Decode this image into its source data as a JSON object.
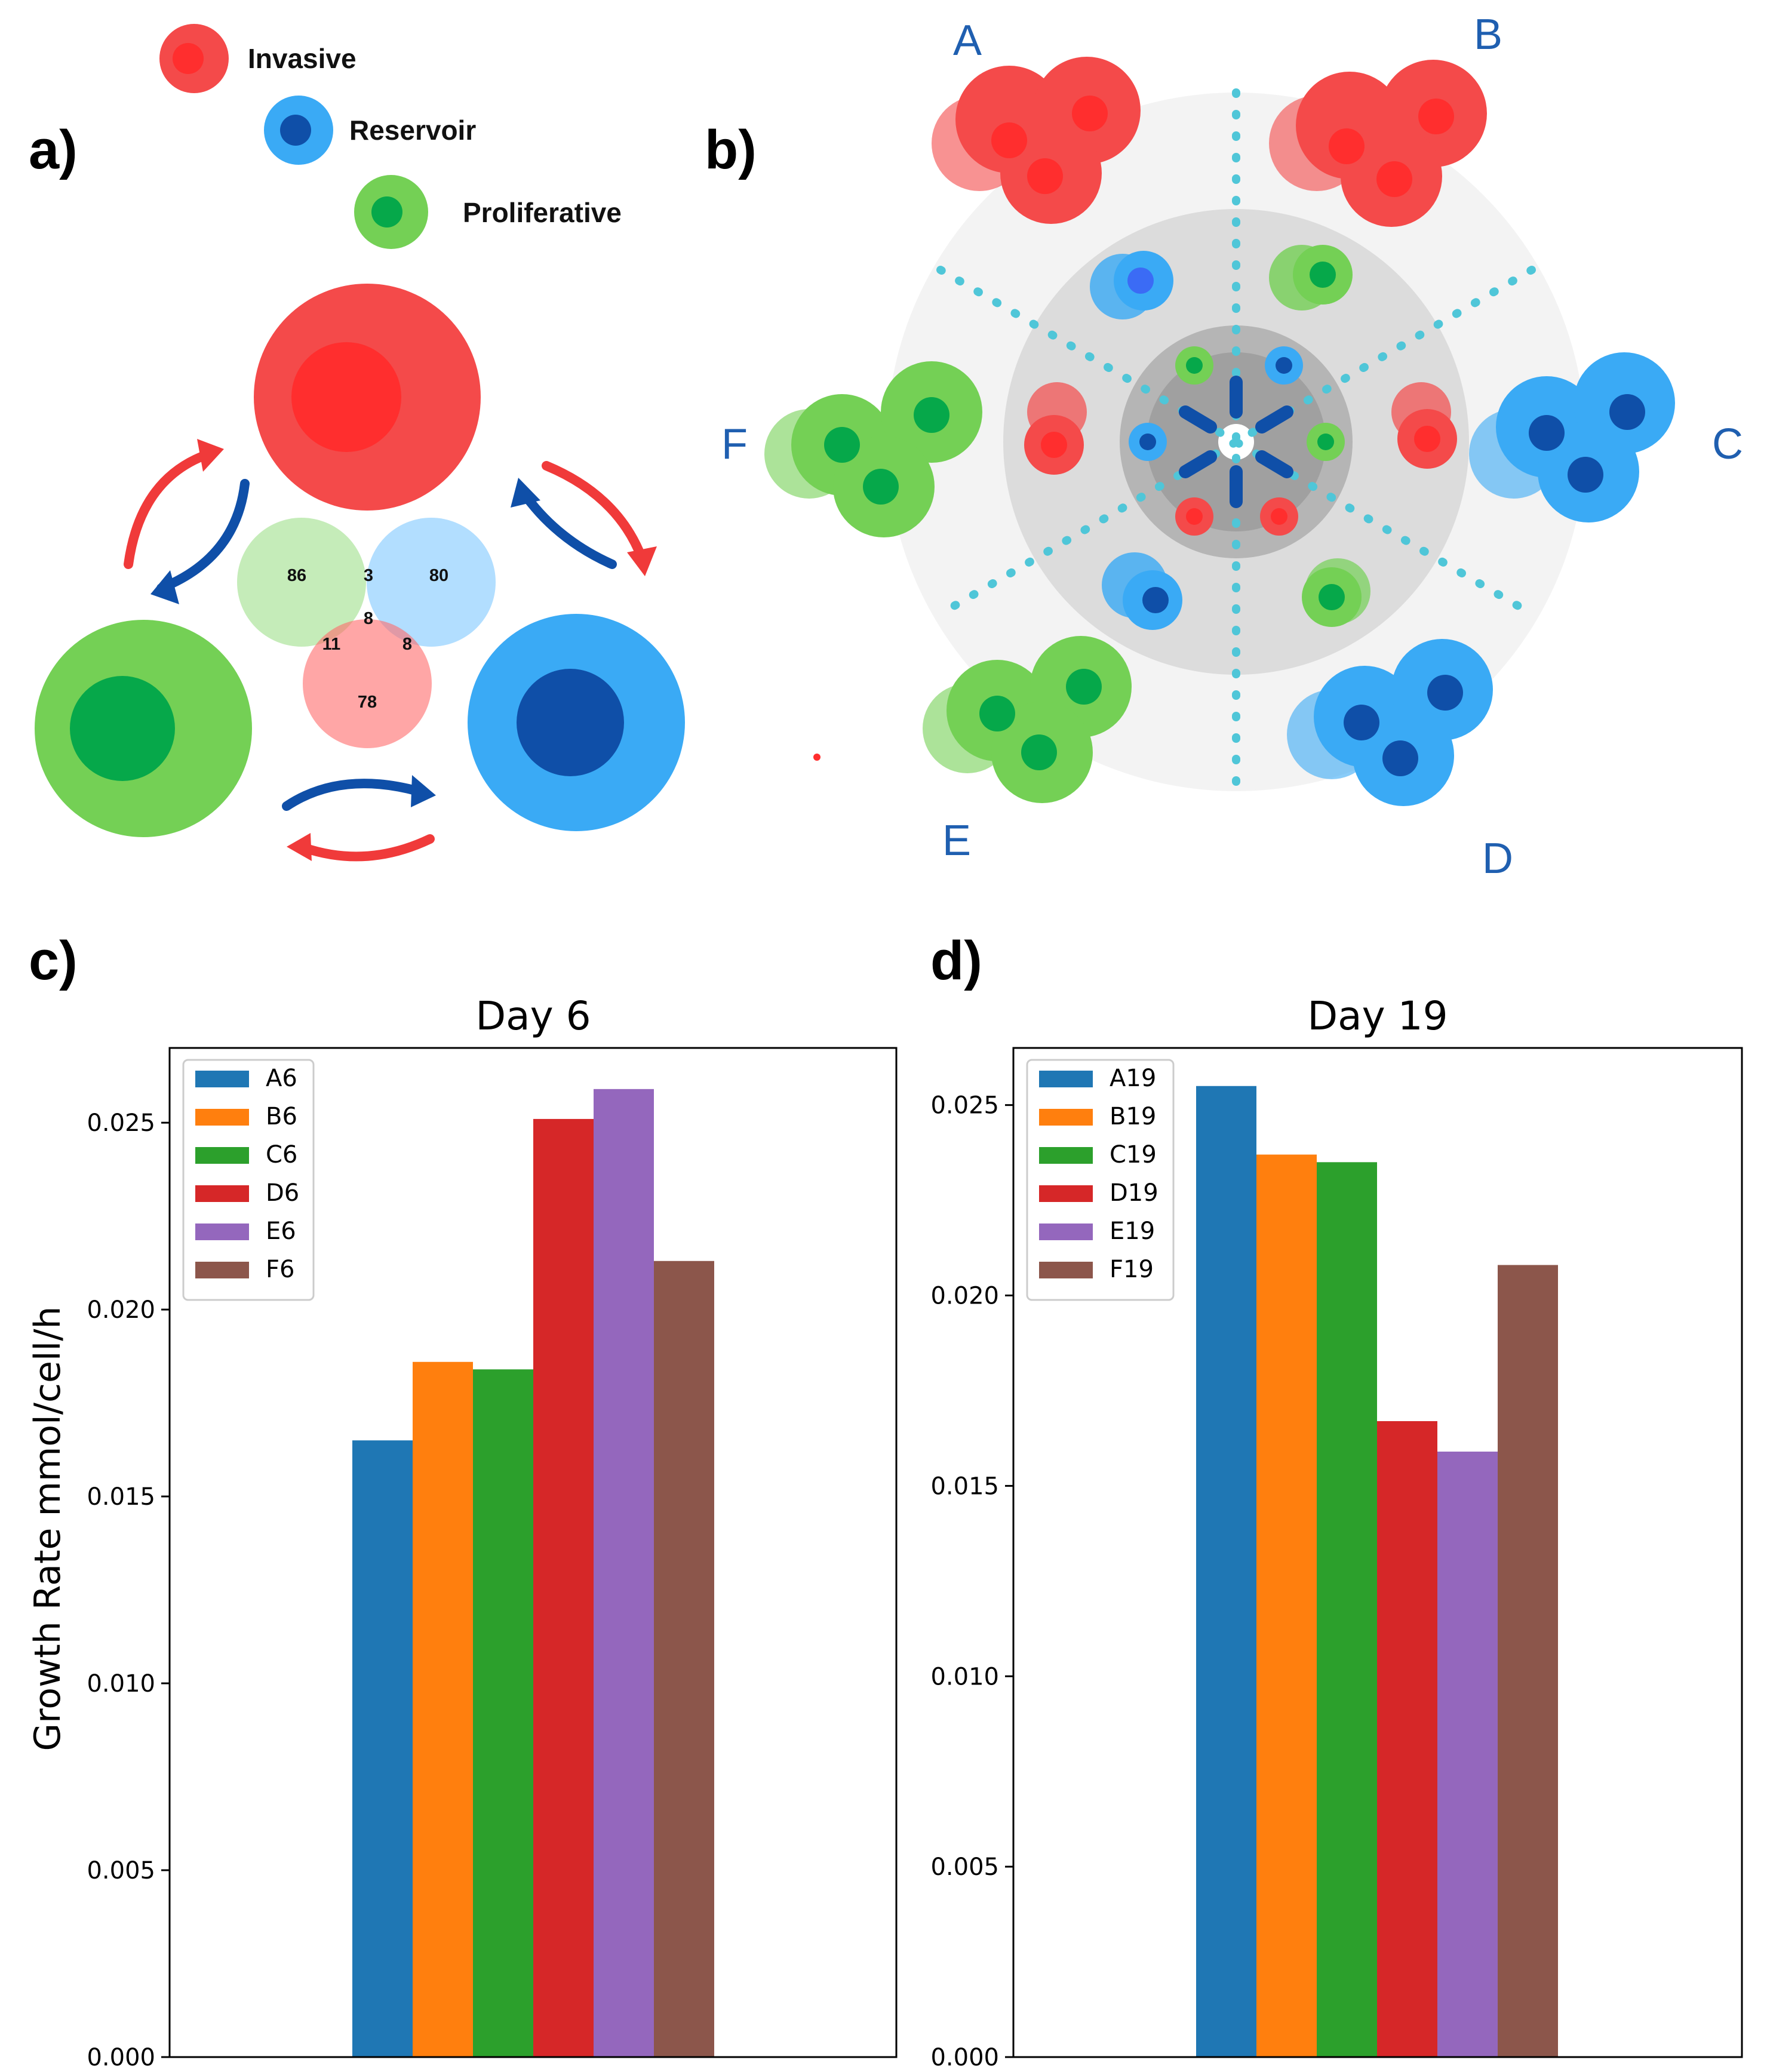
{
  "figure": {
    "panel_letters": [
      "a)",
      "b)",
      "c)",
      "d)"
    ],
    "cell_types": [
      {
        "label": "Invasive",
        "color": "#f44a4a",
        "core": "#ff2e2e"
      },
      {
        "label": "Reservoir",
        "color": "#3aaaf5",
        "core": "#0f4fa8"
      },
      {
        "label": "Proliferative",
        "color": "#74d055",
        "core": "#06a84a"
      }
    ],
    "venn": {
      "proliferative_only": "86",
      "reservoir_only": "80",
      "invasive_only": "78",
      "prolif_reservoir": "3",
      "prolif_invasive": "11",
      "reservoir_invasive": "8",
      "all_three": "8"
    },
    "sectors": [
      "A",
      "B",
      "C",
      "D",
      "E",
      "F"
    ]
  },
  "chart_data": [
    {
      "type": "bar",
      "title": "Day 6",
      "xlabel": "",
      "ylabel": "Growth Rate mmol/cell/h",
      "ylim": [
        0,
        0.027
      ],
      "yticks": [
        "0.000",
        "0.005",
        "0.010",
        "0.015",
        "0.020",
        "0.025"
      ],
      "legend_position": "upper-left",
      "series": [
        {
          "name": "A6",
          "value": 0.0165,
          "color": "#1f77b4"
        },
        {
          "name": "B6",
          "value": 0.0186,
          "color": "#ff7f0e"
        },
        {
          "name": "C6",
          "value": 0.0184,
          "color": "#2ca02c"
        },
        {
          "name": "D6",
          "value": 0.0251,
          "color": "#d62728"
        },
        {
          "name": "E6",
          "value": 0.0259,
          "color": "#9467bd"
        },
        {
          "name": "F6",
          "value": 0.0213,
          "color": "#8c564b"
        }
      ]
    },
    {
      "type": "bar",
      "title": "Day 19",
      "xlabel": "",
      "ylabel": "",
      "ylim": [
        0,
        0.0265
      ],
      "yticks": [
        "0.000",
        "0.005",
        "0.010",
        "0.015",
        "0.020",
        "0.025"
      ],
      "legend_position": "upper-left",
      "series": [
        {
          "name": "A19",
          "value": 0.0255,
          "color": "#1f77b4"
        },
        {
          "name": "B19",
          "value": 0.0237,
          "color": "#ff7f0e"
        },
        {
          "name": "C19",
          "value": 0.0235,
          "color": "#2ca02c"
        },
        {
          "name": "D19",
          "value": 0.0167,
          "color": "#d62728"
        },
        {
          "name": "E19",
          "value": 0.0159,
          "color": "#9467bd"
        },
        {
          "name": "F19",
          "value": 0.0208,
          "color": "#8c564b"
        }
      ]
    }
  ]
}
